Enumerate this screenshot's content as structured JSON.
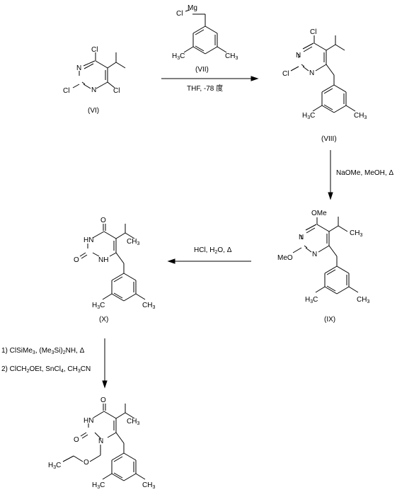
{
  "colors": {
    "ink": "#000000",
    "background": "#ffffff"
  },
  "compounds": {
    "VI": {
      "id": "(VI)"
    },
    "VII": {
      "id": "(VII)"
    },
    "VIII": {
      "id": "(VIII)"
    },
    "IX": {
      "id": "(IX)"
    },
    "X": {
      "id": "(X)"
    }
  },
  "atoms": {
    "Cl": "Cl",
    "Mg": "Mg",
    "N": "N",
    "NH": "NH",
    "HN": "HN",
    "O": "O",
    "OMe": "OMe",
    "MeO": "MeO",
    "CH3_main": "CH",
    "H3C_main": "H",
    "C_main": "C",
    "CH2_C": "C",
    "sub_3": "3",
    "CH3_end": "CH",
    "H3C_main_full": "H"
  },
  "steps": {
    "step1": {
      "reagent_line": "THF, -78 度"
    },
    "step2": {
      "reagent_line": "NaOMe, MeOH, Δ"
    },
    "step3": {
      "reagent_prefix": "HCl, H",
      "reagent_mid": "O, Δ",
      "sub2": "2"
    },
    "step4": {
      "line1_a": "1) ClSiMe",
      "line1_b": ", (Me",
      "line1_c": "Si)",
      "line1_d": "NH, Δ",
      "line2_a": "2) ClCH",
      "line2_b": "OEt, SnCl",
      "line2_c": ", CH",
      "line2_d": "CN",
      "s3": "3",
      "s2": "2",
      "s4": "4"
    }
  }
}
